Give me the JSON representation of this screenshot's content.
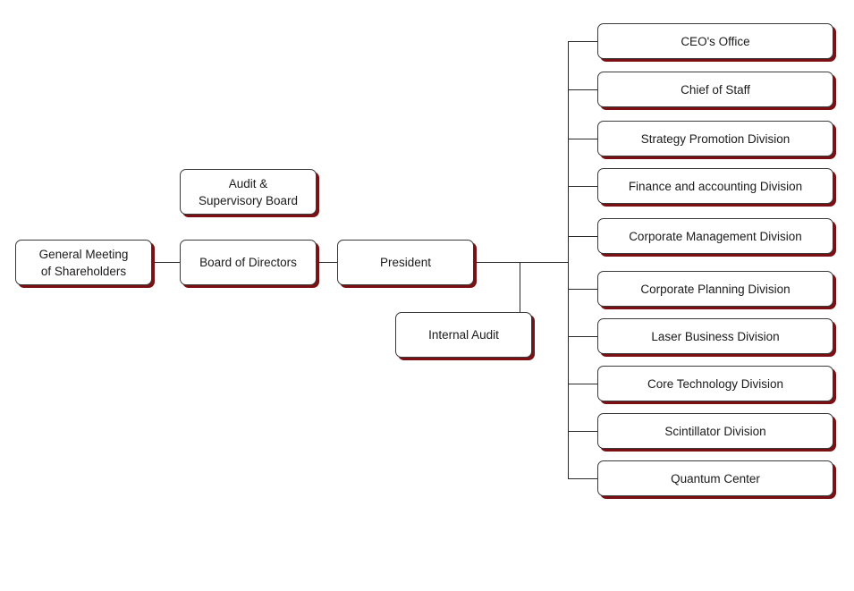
{
  "org_chart": {
    "shareholders": "General Meeting\nof Shareholders",
    "audit_board": "Audit &\nSupervisory Board",
    "board_of_directors": "Board of Directors",
    "president": "President",
    "internal_audit": "Internal Audit",
    "divisions": [
      "CEO's Office",
      "Chief of Staff",
      "Strategy Promotion Division",
      "Finance and accounting Division",
      "Corporate Management Division",
      "Corporate Planning Division",
      "Laser Business Division",
      "Core Technology Division",
      "Scintillator Division",
      "Quantum Center"
    ]
  },
  "colors": {
    "box_border": "#3a3a3a",
    "box_shadow": "#7a0f14",
    "connector": "#2a2a2a",
    "background": "#ffffff"
  }
}
